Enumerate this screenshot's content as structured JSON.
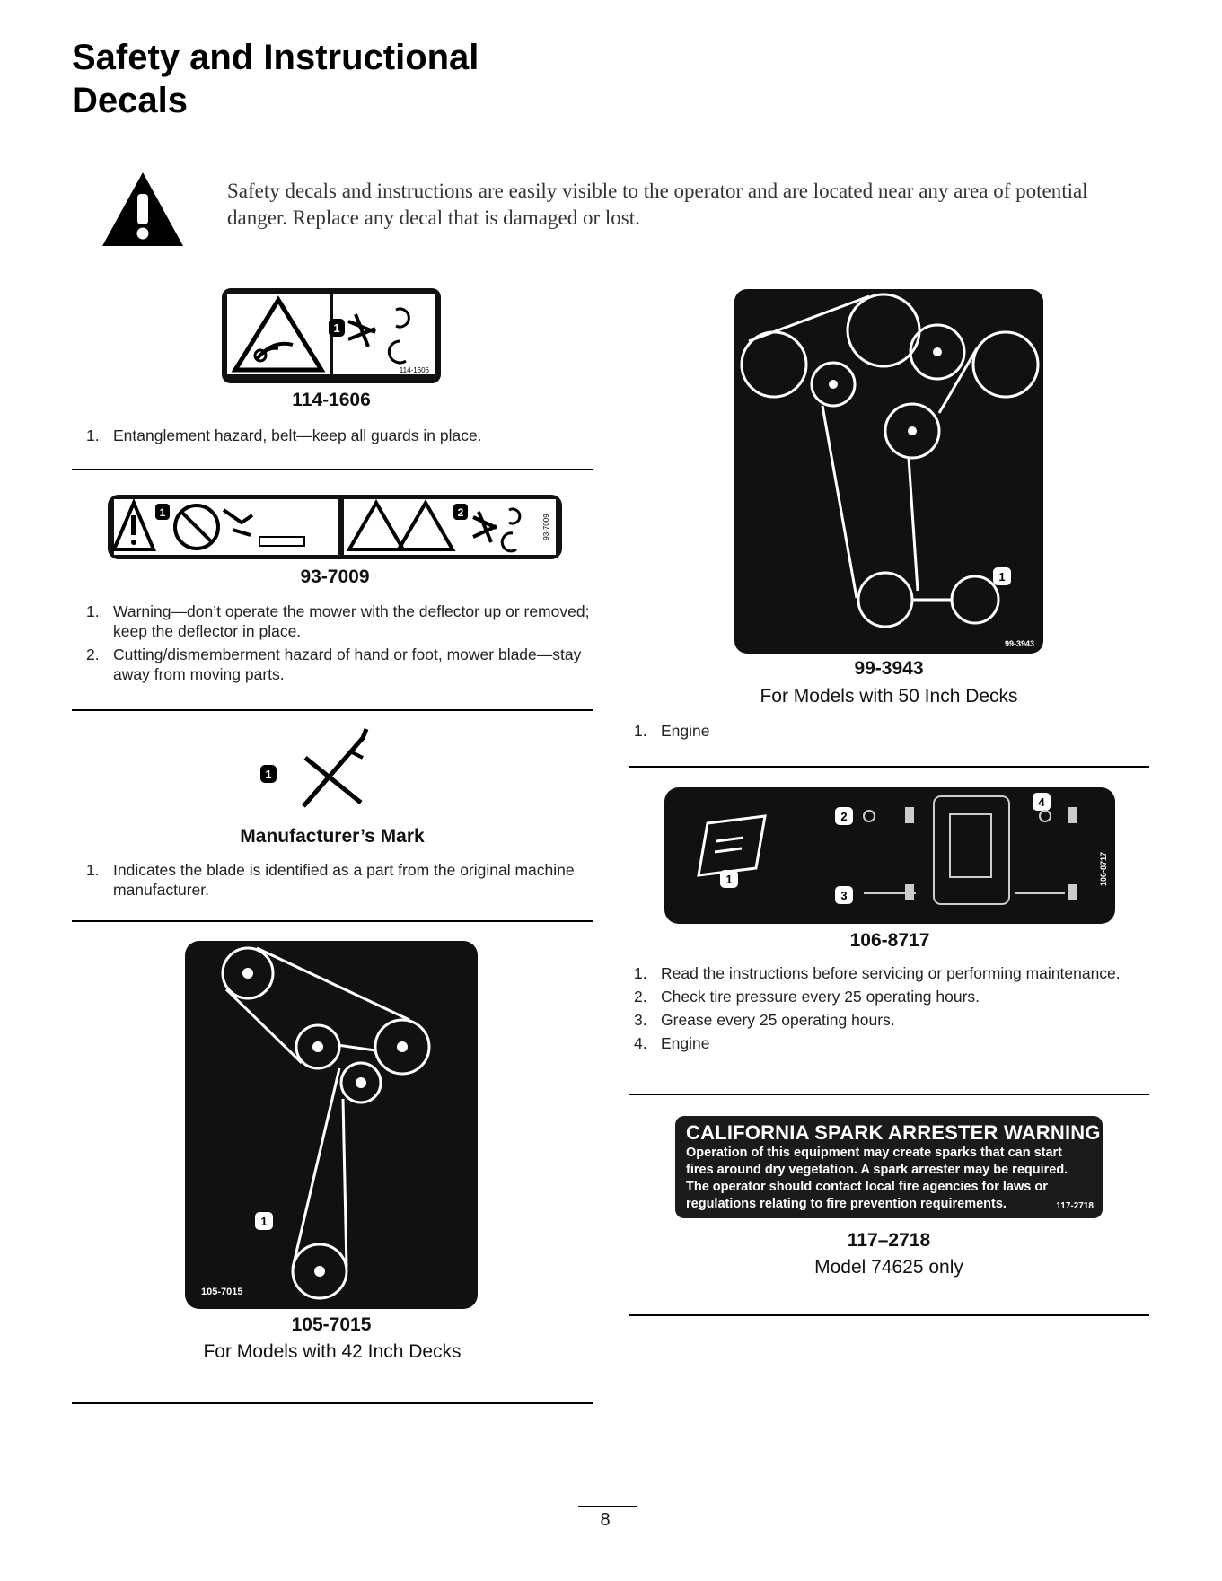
{
  "page": {
    "title_line1": "Safety and Instructional",
    "title_line2": "Decals",
    "intro": "Safety decals and instructions are easily visible to the operator and are located near any area of potential danger. Replace any decal that is damaged or lost.",
    "page_number": "8"
  },
  "icons": {
    "warning": "warning-triangle-icon",
    "manual": "operator-manual-icon",
    "blade": "manufacturer-mark-icon"
  },
  "decals": {
    "d1": {
      "code": "114-1606",
      "label_code": "114-1606",
      "items": [
        {
          "n": "1.",
          "text": "Entanglement hazard, belt—keep all guards in place."
        }
      ]
    },
    "d2": {
      "code": "93-7009",
      "label_code": "93-7009",
      "items": [
        {
          "n": "1.",
          "text": "Warning—don’t operate the mower with the deflector up or removed; keep the deflector in place."
        },
        {
          "n": "2.",
          "text": "Cutting/dismemberment hazard of hand or foot, mower blade—stay away from moving parts."
        }
      ]
    },
    "d3": {
      "code": "Manufacturer’s Mark",
      "items": [
        {
          "n": "1.",
          "text": "Indicates the blade is identified as a part from the original machine manufacturer."
        }
      ]
    },
    "d4": {
      "code": "105-7015",
      "label_code": "105-7015",
      "subtitle": "For Models with 42 Inch Decks"
    },
    "d5": {
      "code": "99-3943",
      "label_code": "99-3943",
      "subtitle": "For Models with 50 Inch Decks",
      "items": [
        {
          "n": "1.",
          "text": "Engine"
        }
      ]
    },
    "d6": {
      "code": "106-8717",
      "label_code": "106-8717",
      "items": [
        {
          "n": "1.",
          "text": "Read the instructions before servicing or performing maintenance."
        },
        {
          "n": "2.",
          "text": "Check tire pressure every 25 operating hours."
        },
        {
          "n": "3.",
          "text": "Grease every 25 operating hours."
        },
        {
          "n": "4.",
          "text": "Engine"
        }
      ]
    },
    "d7": {
      "code": "117–2718",
      "subtitle": "Model 74625 only",
      "warning_title": "CALIFORNIA SPARK ARRESTER WARNING",
      "warning_lines": [
        "Operation of this equipment may create sparks that can start",
        "fires around dry vegetation. A spark arrester may be required.",
        "The operator should contact local fire agencies for laws or",
        "regulations relating to fire prevention requirements."
      ],
      "label_code": "117-2718"
    }
  },
  "colors": {
    "decal_black": "#1b1b1b",
    "text": "#111111"
  }
}
